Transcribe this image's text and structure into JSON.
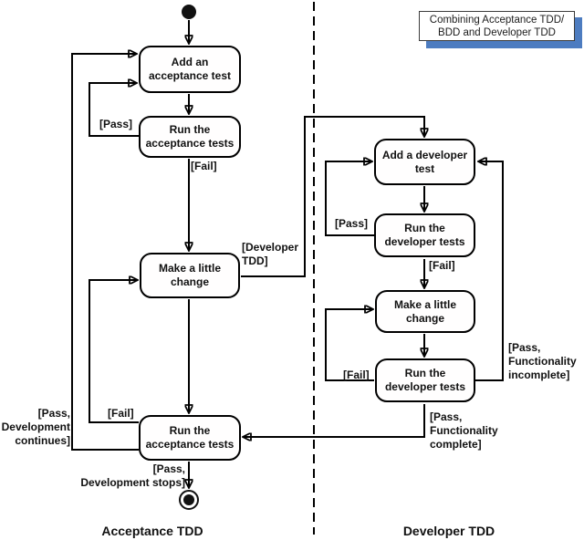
{
  "title": {
    "text": "Combining Acceptance TDD/\nBDD and Developer TDD"
  },
  "lanes": {
    "left_label": "Acceptance TDD",
    "right_label": "Developer TDD"
  },
  "nodes": {
    "add_acceptance_test": "Add an\nacceptance test",
    "run_acceptance_tests_top": "Run the\nacceptance tests",
    "make_little_change_left": "Make a little\nchange",
    "run_acceptance_tests_bottom": "Run the\nacceptance tests",
    "add_developer_test": "Add a developer\ntest",
    "run_developer_tests_top": "Run the\ndeveloper tests",
    "make_little_change_right": "Make a little\nchange",
    "run_developer_tests_bottom": "Run the\ndeveloper tests"
  },
  "edge_labels": {
    "pass_acceptance": "[Pass]",
    "fail_acceptance_top": "[Fail]",
    "developer_tdd": "[Developer\nTDD]",
    "fail_acceptance_bottom": "[Fail]",
    "pass_development_continues": "[Pass,\nDevelopment\ncontinues]",
    "pass_development_stops": "[Pass,\nDevelopment stops]",
    "pass_developer": "[Pass]",
    "fail_developer_top": "[Fail]",
    "fail_developer_bottom": "[Fail]",
    "pass_functionality_incomplete": "[Pass,\nFunctionality\nincomplete]",
    "pass_functionality_complete": "[Pass,\nFunctionality\ncomplete]"
  },
  "colors": {
    "line": "#000000",
    "node_fill": "#ffffff",
    "node_border": "#000000",
    "title_shadow": "#4d7cc0"
  }
}
